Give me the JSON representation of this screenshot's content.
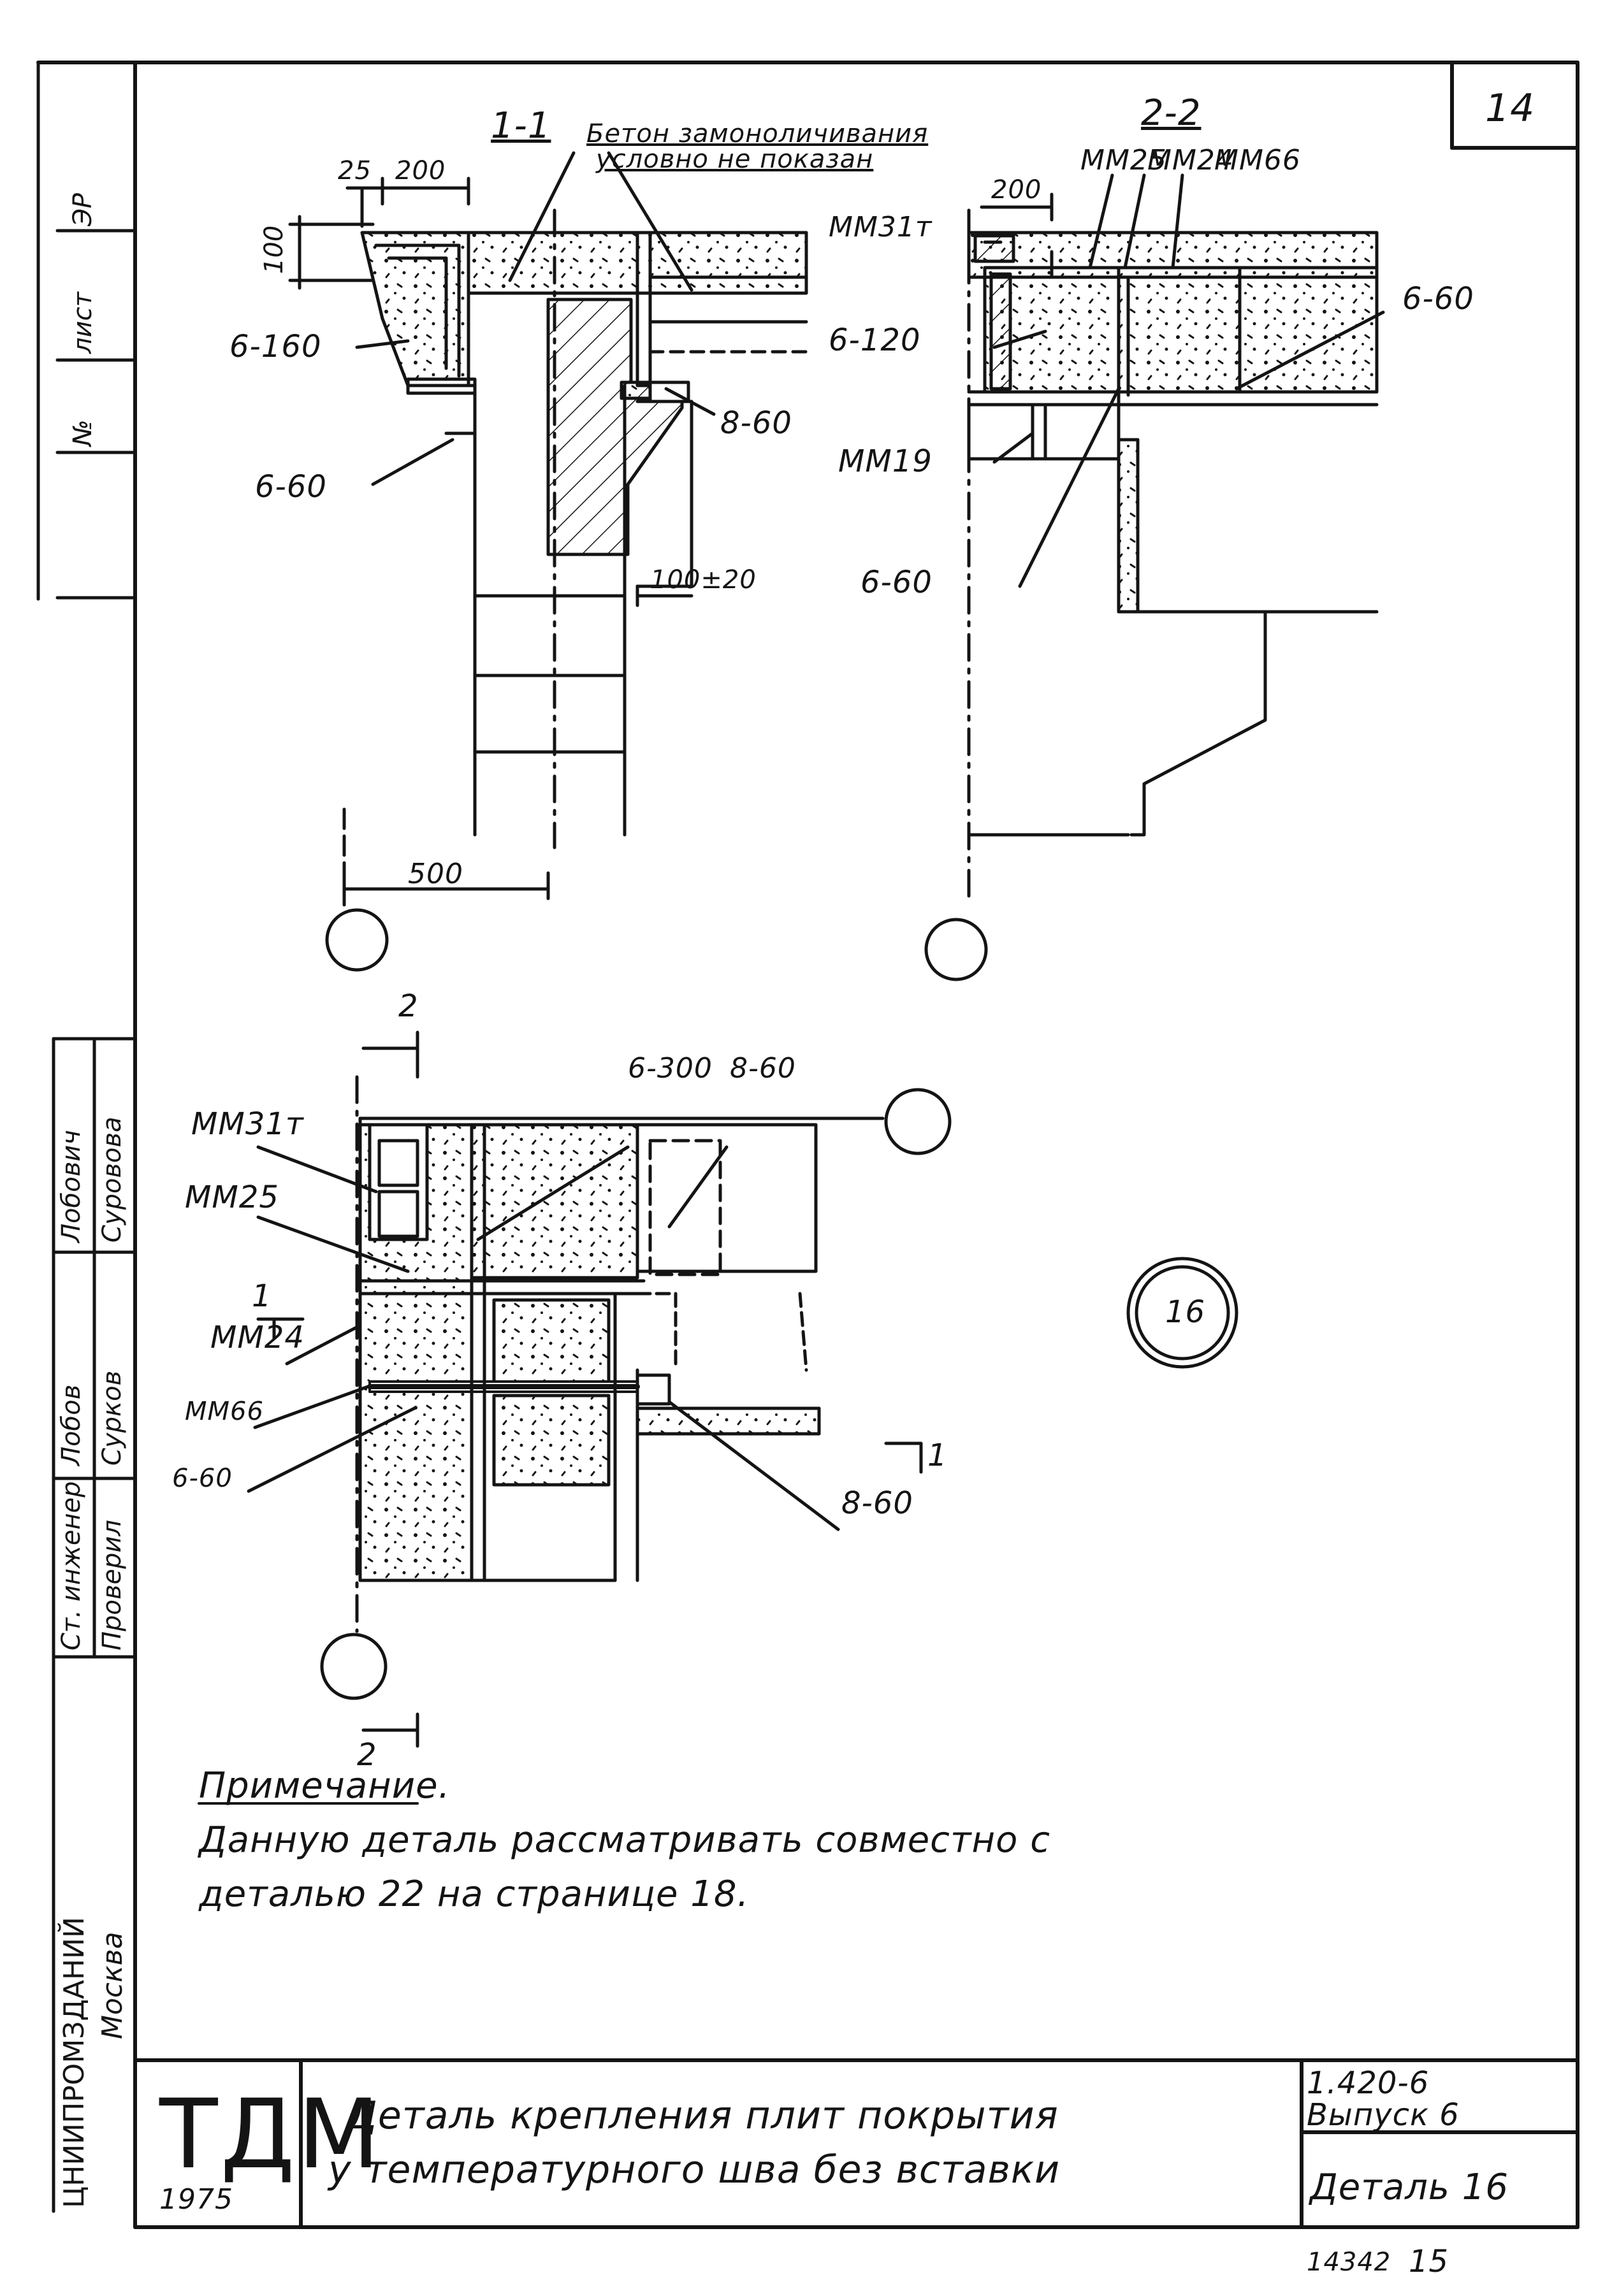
{
  "page_number": "14",
  "sections": {
    "s11_title": "1-1",
    "s22_title": "2-2",
    "note_concrete_line1": "Бетон замоноличивания",
    "note_concrete_line2": "условно не показан"
  },
  "dims": {
    "d25": "25",
    "d200a": "200",
    "d100": "100",
    "d500": "500",
    "d100_120": "100±20",
    "d200b": "200"
  },
  "labels": {
    "w6_160": "6-160",
    "w6_60_a": "6-60",
    "w8_60_a": "8-60",
    "mm31_top": "ММ31т",
    "mm25_top": "ММ25",
    "mm24_top": "ММ24",
    "mm66_top": "ММ66",
    "w6_120": "6-120",
    "w6_60_b": "6-60",
    "mm19": "ММ19",
    "w6_60_c": "6-60",
    "w6_300": "6-300",
    "w8_60_b": "8-60",
    "mm31_plan": "ММ31т",
    "mm25_plan": "ММ25",
    "mm24_plan": "ММ24",
    "mm66_plan": "ММ66",
    "w6_60_d": "6-60",
    "w8_60_c": "8-60",
    "cut_2_top": "2",
    "cut_2_bottom": "2",
    "cut_1_left": "1",
    "cut_1_right": "1",
    "detail_number": "16"
  },
  "note": {
    "heading": "Примечание.",
    "line1": "Данную деталь рассматривать совместно с",
    "line2": "деталью 22 на странице 18."
  },
  "left_margin": {
    "m1": "ЭР",
    "m2": "лист",
    "m3": "№",
    "role1": "Ст. инженер",
    "role2": "Проверил",
    "sig1": "Лобов",
    "sig2": "Сурков",
    "name1": "Лобович",
    "name2": "Суровова",
    "org1": "ЦНИИПРОМЗДАНИЙ",
    "org2": "Москва"
  },
  "title_block": {
    "logo": "ТДМ",
    "year": "1975",
    "title_line1": "Деталь крепления плит покрытия",
    "title_line2": "у температурного шва без вставки",
    "series": "1.420-6",
    "issue": "Выпуск 6",
    "detail": "Деталь 16"
  },
  "footer": {
    "inventory": "14342",
    "page": "15"
  },
  "colors": {
    "ink": "#141414",
    "paper": "#ffffff"
  }
}
